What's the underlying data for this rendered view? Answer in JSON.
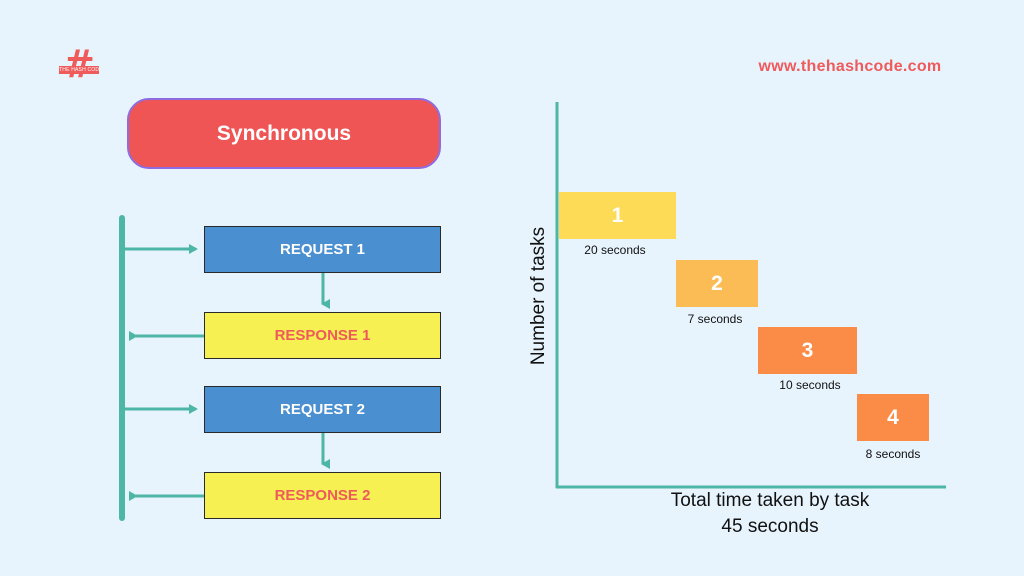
{
  "logo": {
    "symbol": "#",
    "tagline": "THE HASH CODE"
  },
  "site_url": "www.thehashcode.com",
  "title": "Synchronous",
  "flow": {
    "steps": [
      {
        "id": "request-1",
        "label": "REQUEST 1",
        "kind": "request"
      },
      {
        "id": "response-1",
        "label": "RESPONSE 1",
        "kind": "response"
      },
      {
        "id": "request-2",
        "label": "REQUEST 2",
        "kind": "request"
      },
      {
        "id": "response-2",
        "label": "RESPONSE 2",
        "kind": "response"
      }
    ]
  },
  "timeline": {
    "y_label": "Number of tasks",
    "x_label": "Total time taken by task",
    "total": "45 seconds",
    "tasks": [
      {
        "number": "1",
        "duration_label": "20 seconds",
        "color": "#fddb57"
      },
      {
        "number": "2",
        "duration_label": "7 seconds",
        "color": "#fcbc55"
      },
      {
        "number": "3",
        "duration_label": "10 seconds",
        "color": "#fb8c47"
      },
      {
        "number": "4",
        "duration_label": "8 seconds",
        "color": "#fb8c47"
      }
    ]
  },
  "colors": {
    "background": "#e8f4fd",
    "accent": "#ef5a5a",
    "teal": "#4db6a6",
    "request": "#4a8fd0",
    "response": "#f7f052"
  }
}
